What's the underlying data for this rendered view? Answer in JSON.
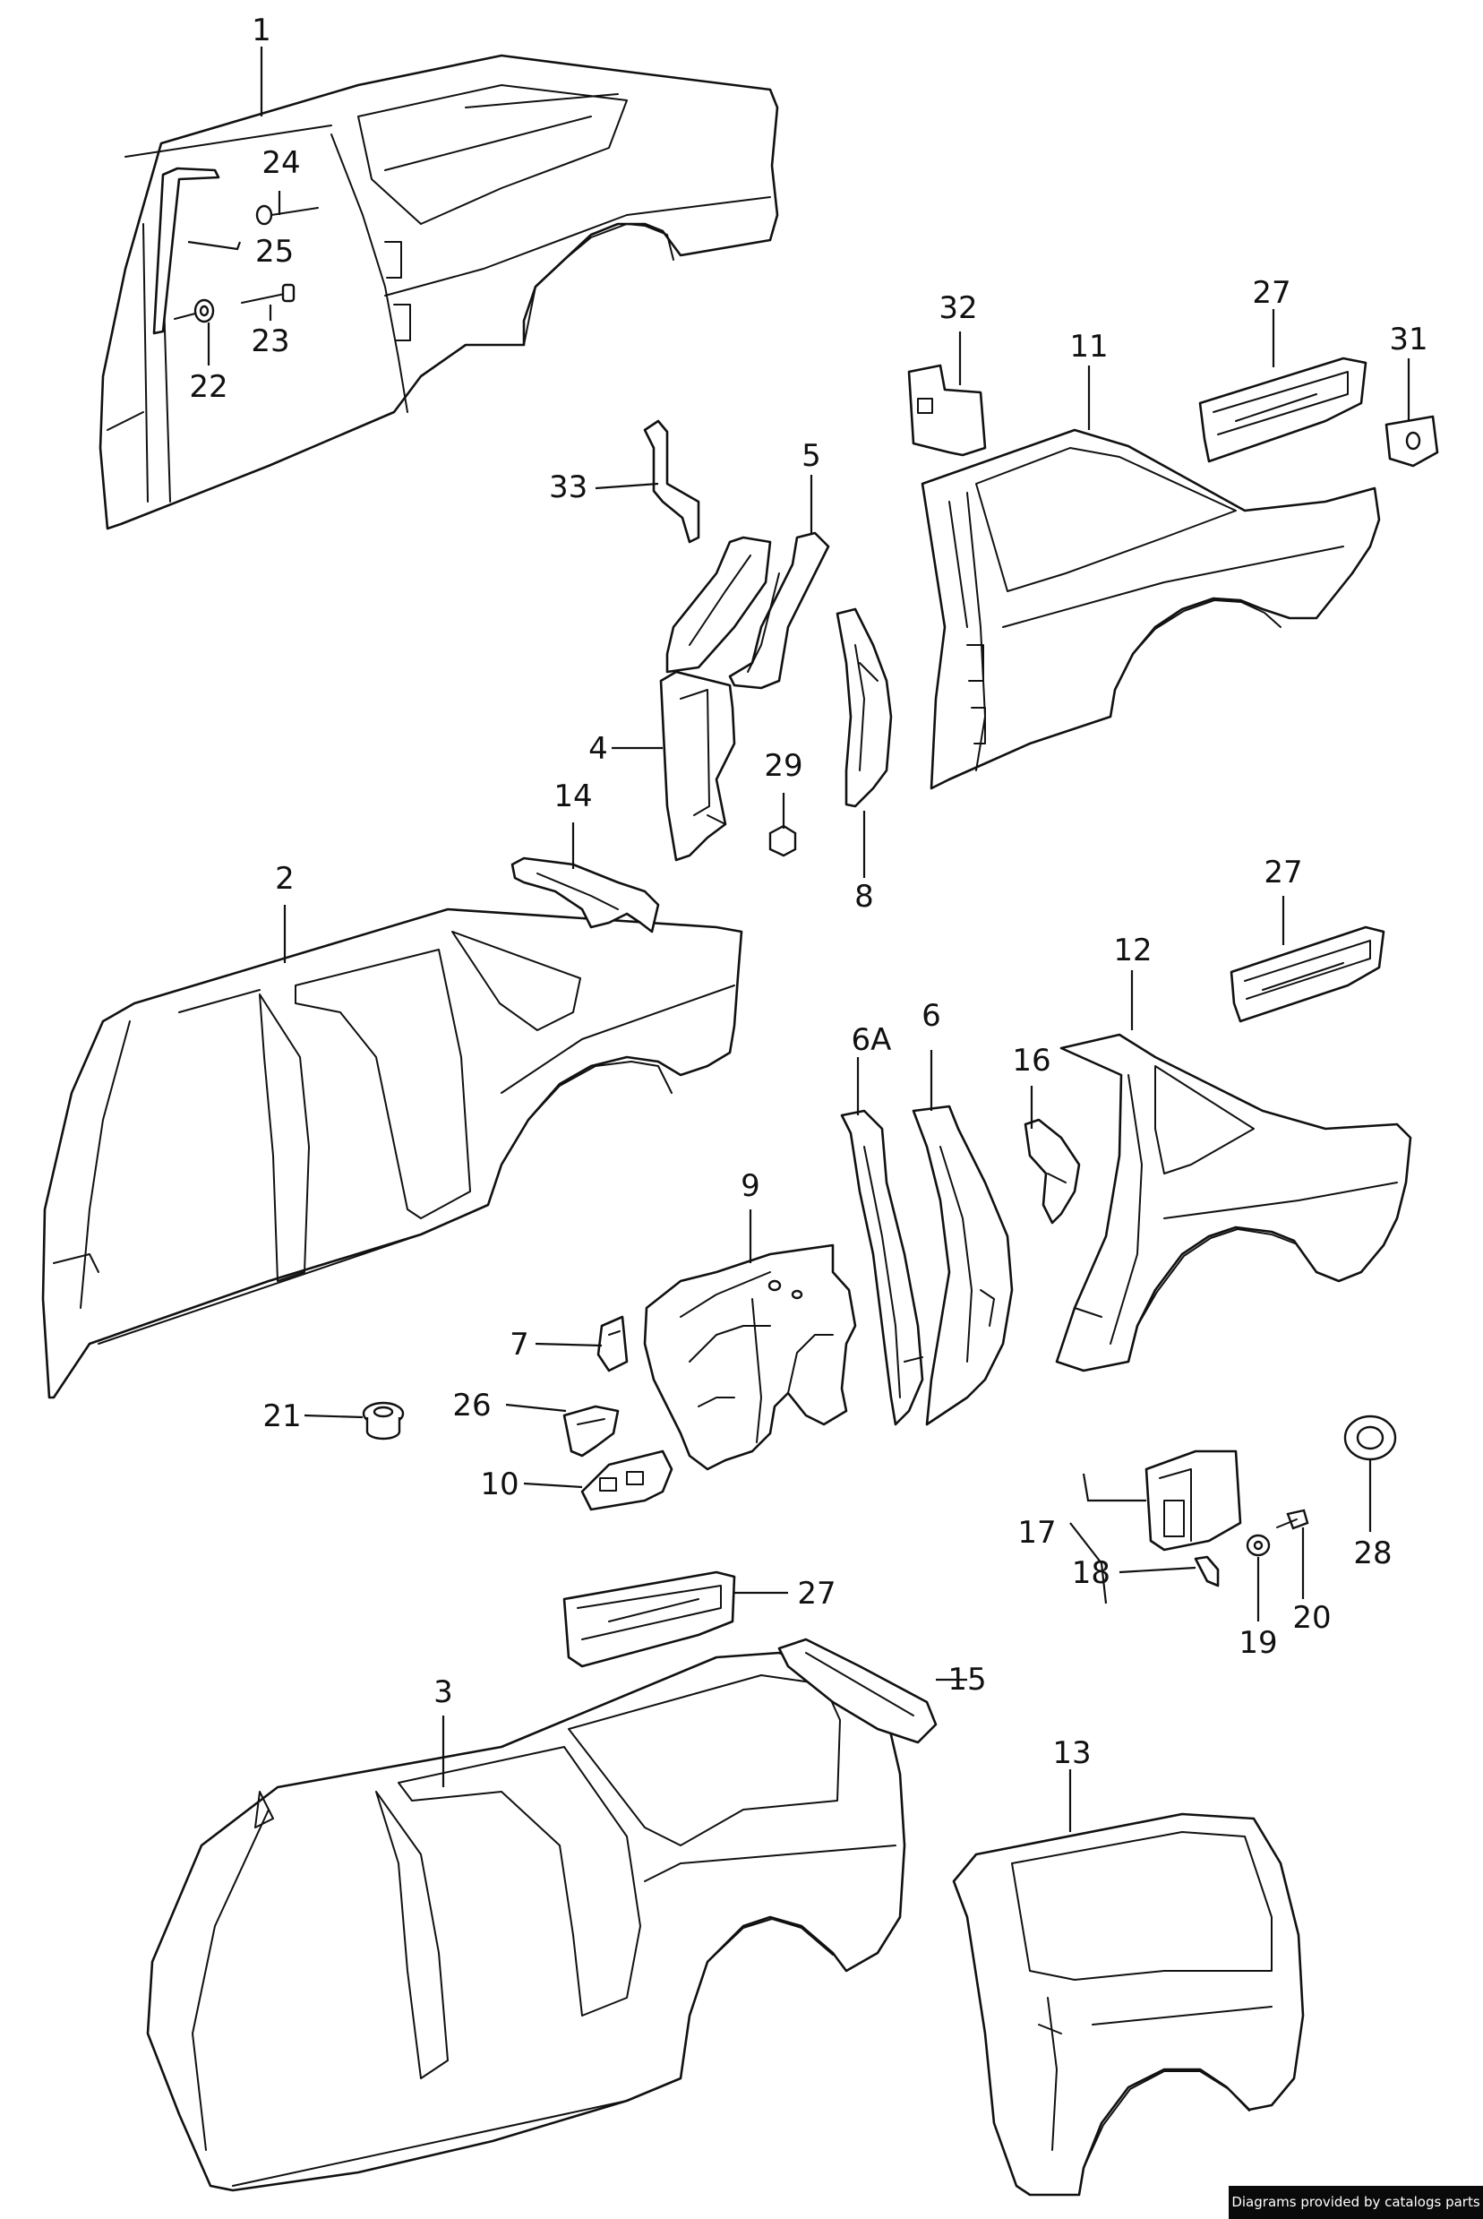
{
  "callouts": {
    "c1": "1",
    "c2": "2",
    "c3": "3",
    "c4": "4",
    "c5": "5",
    "c6": "6",
    "c6a": "6A",
    "c7": "7",
    "c8": "8",
    "c9": "9",
    "c10": "10",
    "c11": "11",
    "c12": "12",
    "c13": "13",
    "c14": "14",
    "c15": "15",
    "c16": "16",
    "c17": "17",
    "c18": "18",
    "c19": "19",
    "c20": "20",
    "c21": "21",
    "c22": "22",
    "c23": "23",
    "c24": "24",
    "c25": "25",
    "c26": "26",
    "c27a": "27",
    "c27b": "27",
    "c27c": "27",
    "c28": "28",
    "c29": "29",
    "c31": "31",
    "c32": "32",
    "c33": "33"
  },
  "credit": "Diagrams provided by catalogs parts"
}
